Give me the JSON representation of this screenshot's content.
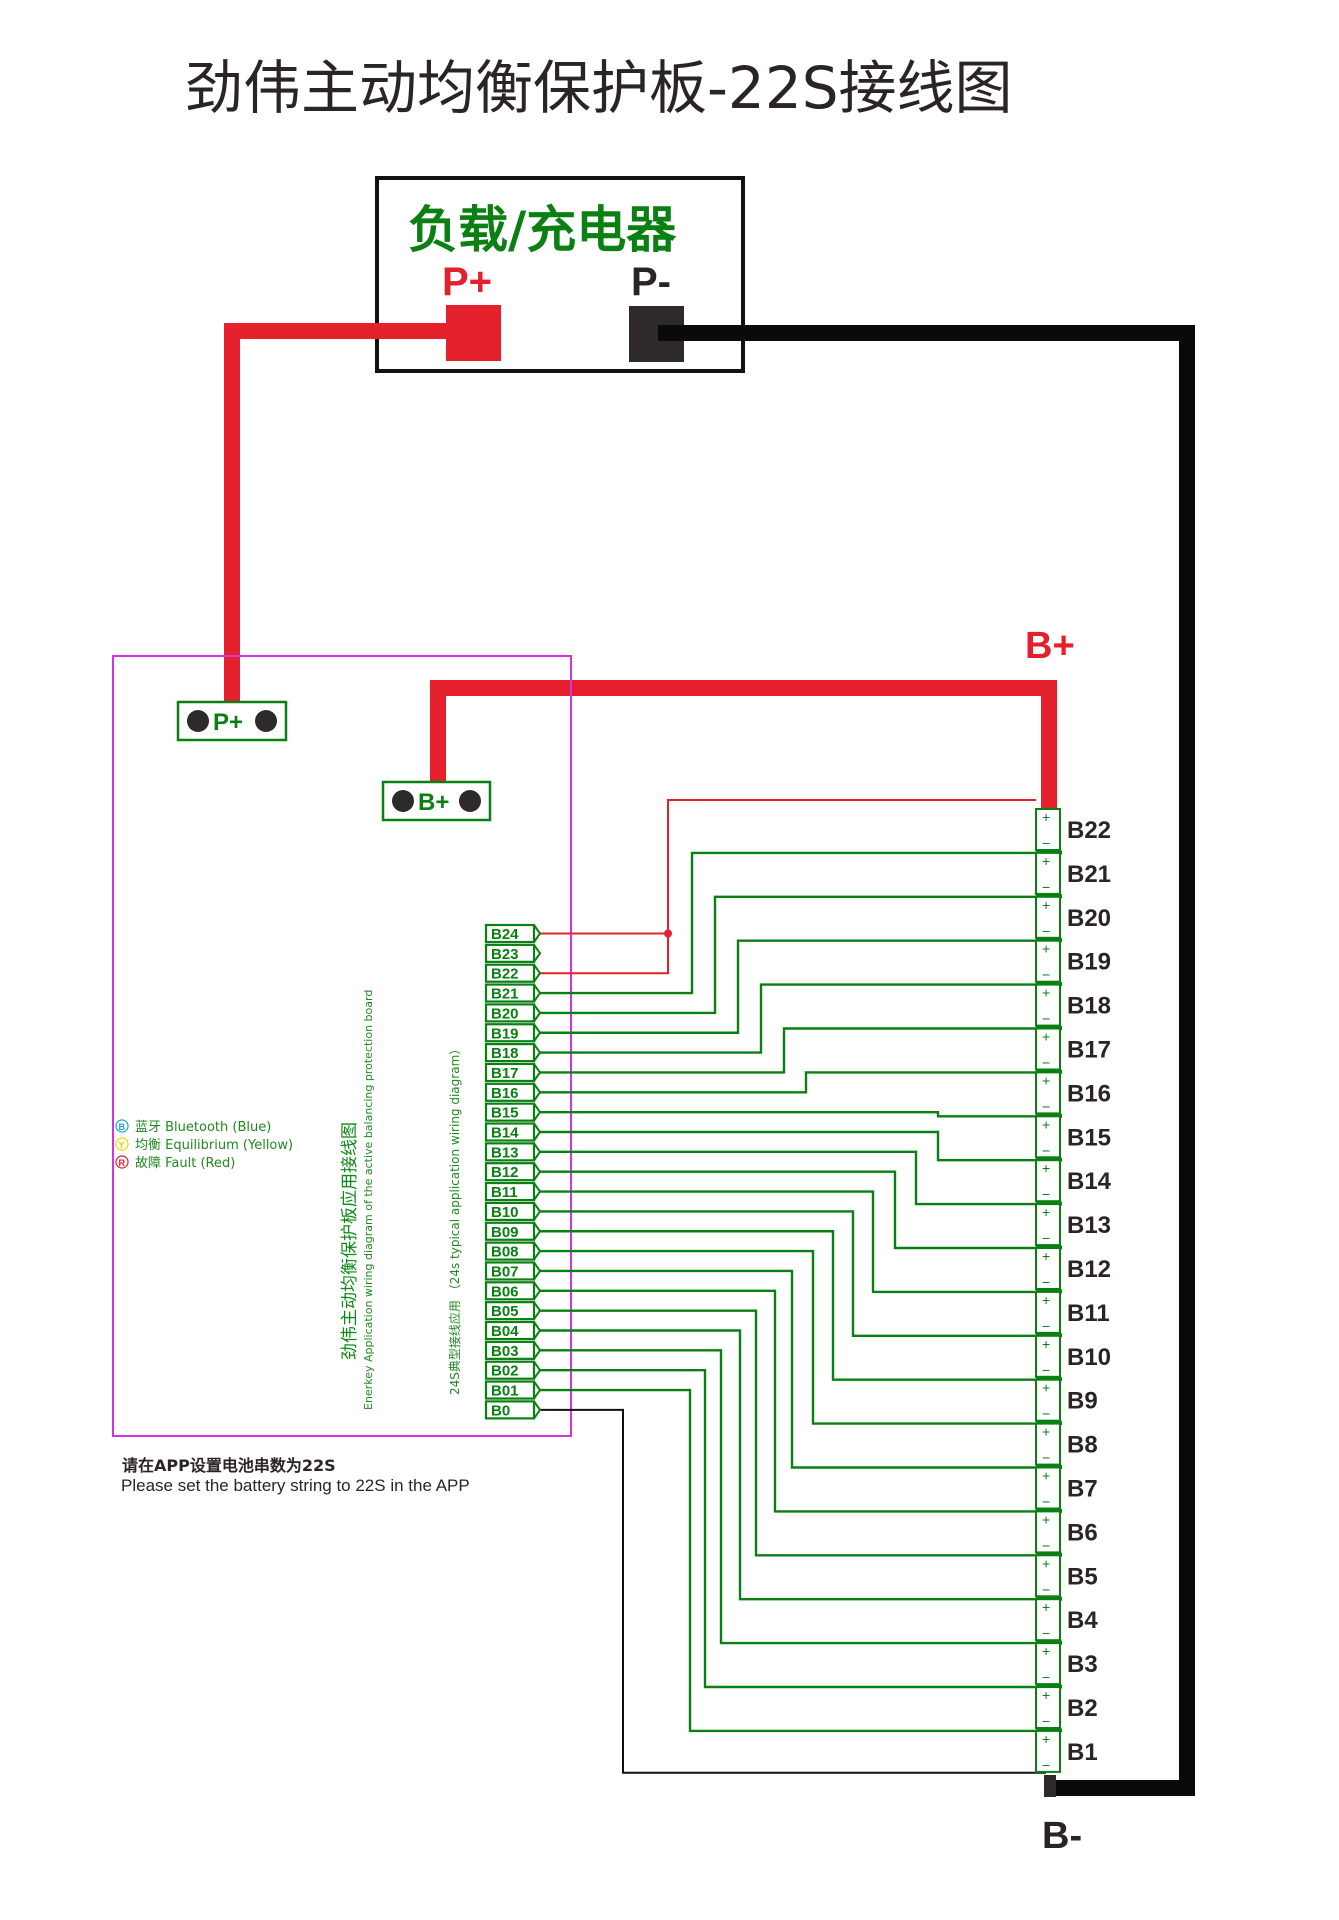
{
  "title": "劲伟主动均衡保护板-22S接线图",
  "load_box": {
    "title": "负载/充电器",
    "p_plus": "P+",
    "p_minus": "P-"
  },
  "board": {
    "p_plus_pad": "P+",
    "b_plus_pad": "B+",
    "legend": [
      {
        "badge": "B",
        "text": "蓝牙 Bluetooth (Blue)",
        "color": "#1aa3e8"
      },
      {
        "badge": "Y",
        "text": "均衡 Equilibrium (Yellow)",
        "color": "#f2d600"
      },
      {
        "badge": "R",
        "text": "故障 Fault  (Red)",
        "color": "#e3202c"
      }
    ],
    "vertical_title": "劲伟主动均衡保护板应用接线图",
    "vertical_subtitle": "Enerkey Application wiring diagram of the active balancing protection board",
    "vertical_typical": "24S典型接线应用   （24s typical application wiring diagram）",
    "connector_labels": [
      "B24",
      "B23",
      "B22",
      "B21",
      "B20",
      "B19",
      "B18",
      "B17",
      "B16",
      "B15",
      "B14",
      "B13",
      "B12",
      "B11",
      "B10",
      "B09",
      "B08",
      "B07",
      "B06",
      "B05",
      "B04",
      "B03",
      "B02",
      "B01",
      "B0"
    ]
  },
  "note": {
    "cn": "请在APP设置电池串数为22S",
    "en": "Please set the battery string to 22S in the APP"
  },
  "battery": {
    "b_plus": "B+",
    "b_minus": "B-",
    "cell_labels": [
      "B22",
      "B21",
      "B20",
      "B19",
      "B18",
      "B17",
      "B16",
      "B15",
      "B14",
      "B13",
      "B12",
      "B11",
      "B10",
      "B9",
      "B8",
      "B7",
      "B6",
      "B5",
      "B4",
      "B3",
      "B2",
      "B1"
    ],
    "cell_plus": "+",
    "cell_minus": "−"
  },
  "colors": {
    "power_positive": "#e3202c",
    "power_negative": "#0a0a0a",
    "balance_wire": "#0a7f12",
    "board_outline": "#d633e0",
    "pad_dot": "#2f2a2a"
  }
}
